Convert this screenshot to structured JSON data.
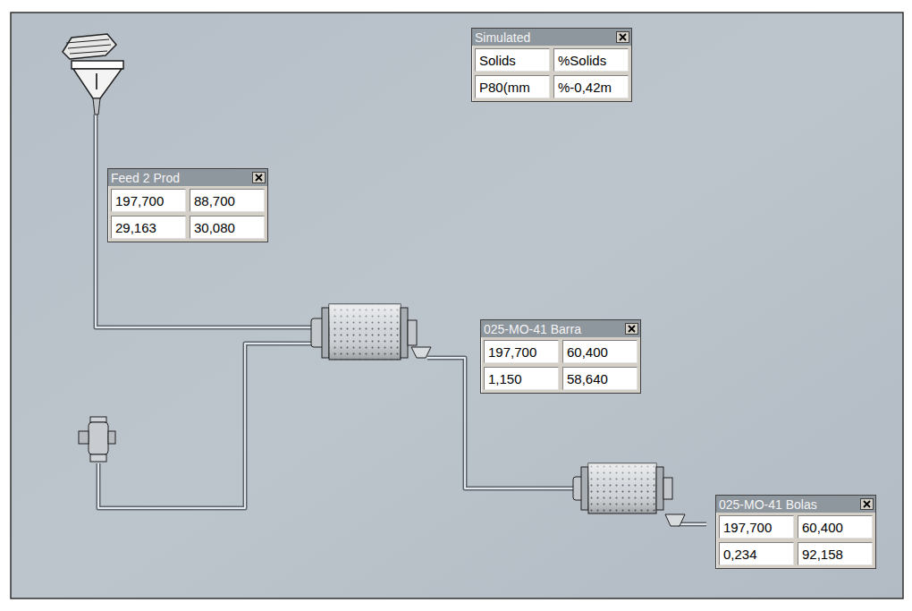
{
  "diagram": {
    "nodes": [
      {
        "text": [
          "Simulated",
          "Solids",
          "%Solids",
          "P80(mm",
          "%-0,42m"
        ]
      },
      {
        "text": [
          "Feed 2 Prod",
          "197,700",
          "88,700",
          "29,163",
          "30,080"
        ]
      },
      {
        "text": [
          "025-MO-41 Barra",
          "197,700",
          "60,400",
          "1,150",
          "58,640"
        ]
      },
      {
        "text": [
          "025-MO-41 Bolas",
          "197,700",
          "60,400",
          "0,234",
          "92,158"
        ]
      }
    ]
  }
}
